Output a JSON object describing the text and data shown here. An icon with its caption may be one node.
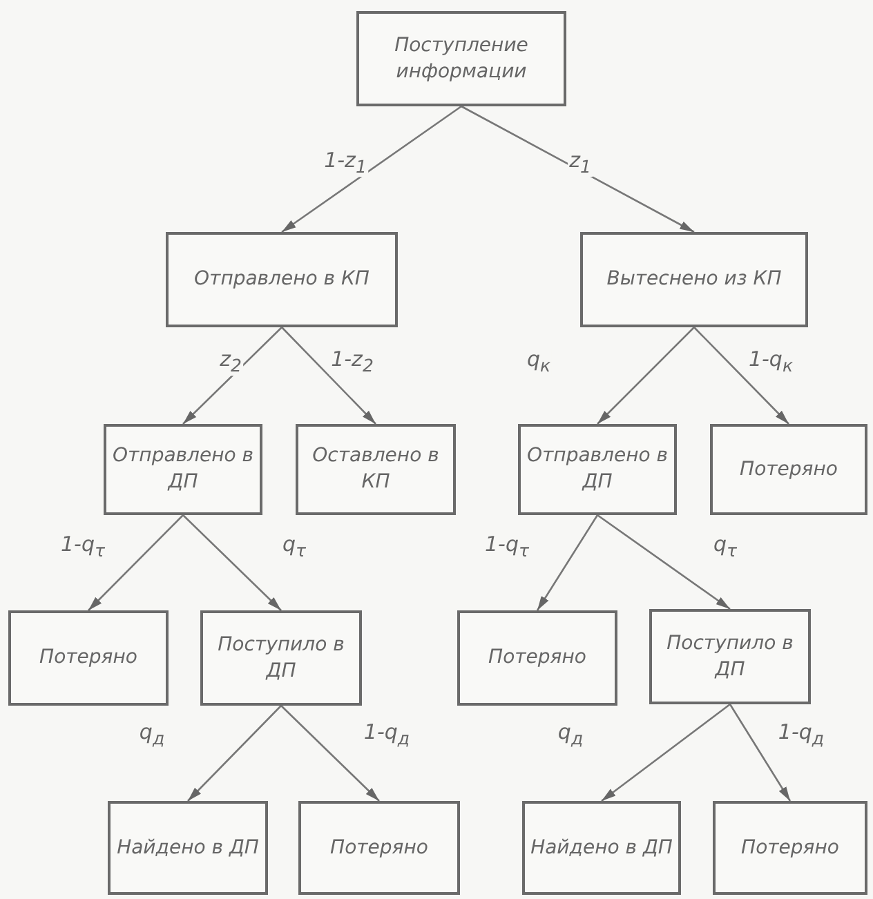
{
  "diagram": {
    "nodes": [
      {
        "text": [
          "Поступление информации"
        ]
      },
      {
        "text": [
          "Отправлено в КП"
        ]
      },
      {
        "text": [
          "Вытеснено из КП"
        ]
      },
      {
        "text": [
          "Отправлено в ДП"
        ]
      },
      {
        "text": [
          "Оставлено в КП"
        ]
      },
      {
        "text": [
          "Отправлено в ДП"
        ]
      },
      {
        "text": [
          "Потеряно"
        ]
      },
      {
        "text": [
          "Потеряно"
        ]
      },
      {
        "text": [
          "Поступило в ДП"
        ]
      },
      {
        "text": [
          "Потеряно"
        ]
      },
      {
        "text": [
          "Поступило в ДП"
        ]
      },
      {
        "text": [
          "Найдено в ДП"
        ]
      },
      {
        "text": [
          "Потеряно"
        ]
      },
      {
        "text": [
          "Найдено в ДП"
        ]
      },
      {
        "text": [
          "Потеряно"
        ]
      }
    ],
    "edges": [
      {
        "from": 0,
        "to": 1,
        "arrow": "to",
        "label": "1-z$_{1}$"
      },
      {
        "from": 0,
        "to": 2,
        "arrow": "to",
        "label": "z$_{1}$"
      },
      {
        "from": 1,
        "to": 3,
        "arrow": "to",
        "label": "z$_{2}$"
      },
      {
        "from": 1,
        "to": 4,
        "arrow": "to",
        "label": "1-z$_{2}$"
      },
      {
        "from": 2,
        "to": 5,
        "arrow": "to",
        "label": "q$_{к}$"
      },
      {
        "from": 2,
        "to": 6,
        "arrow": "to",
        "label": "1-q$_{к}$"
      },
      {
        "from": 3,
        "to": 7,
        "arrow": "to",
        "label": "1-q$_{τ}$"
      },
      {
        "from": 3,
        "to": 8,
        "arrow": "to",
        "label": "q$_{τ}$"
      },
      {
        "from": 5,
        "to": 9,
        "arrow": "to",
        "label": "1-q$_{τ}$"
      },
      {
        "from": 5,
        "to": 10,
        "arrow": "to",
        "label": "q$_{τ}$"
      },
      {
        "from": 8,
        "to": 11,
        "arrow": "to",
        "label": "q$_{д}$"
      },
      {
        "from": 8,
        "to": 12,
        "arrow": "to",
        "label": "1-q$_{д}$"
      },
      {
        "from": 10,
        "to": 13,
        "arrow": "to",
        "label": "q$_{д}$"
      },
      {
        "from": 10,
        "to": 14,
        "arrow": "to",
        "label": "1-q$_{д}$"
      }
    ]
  }
}
